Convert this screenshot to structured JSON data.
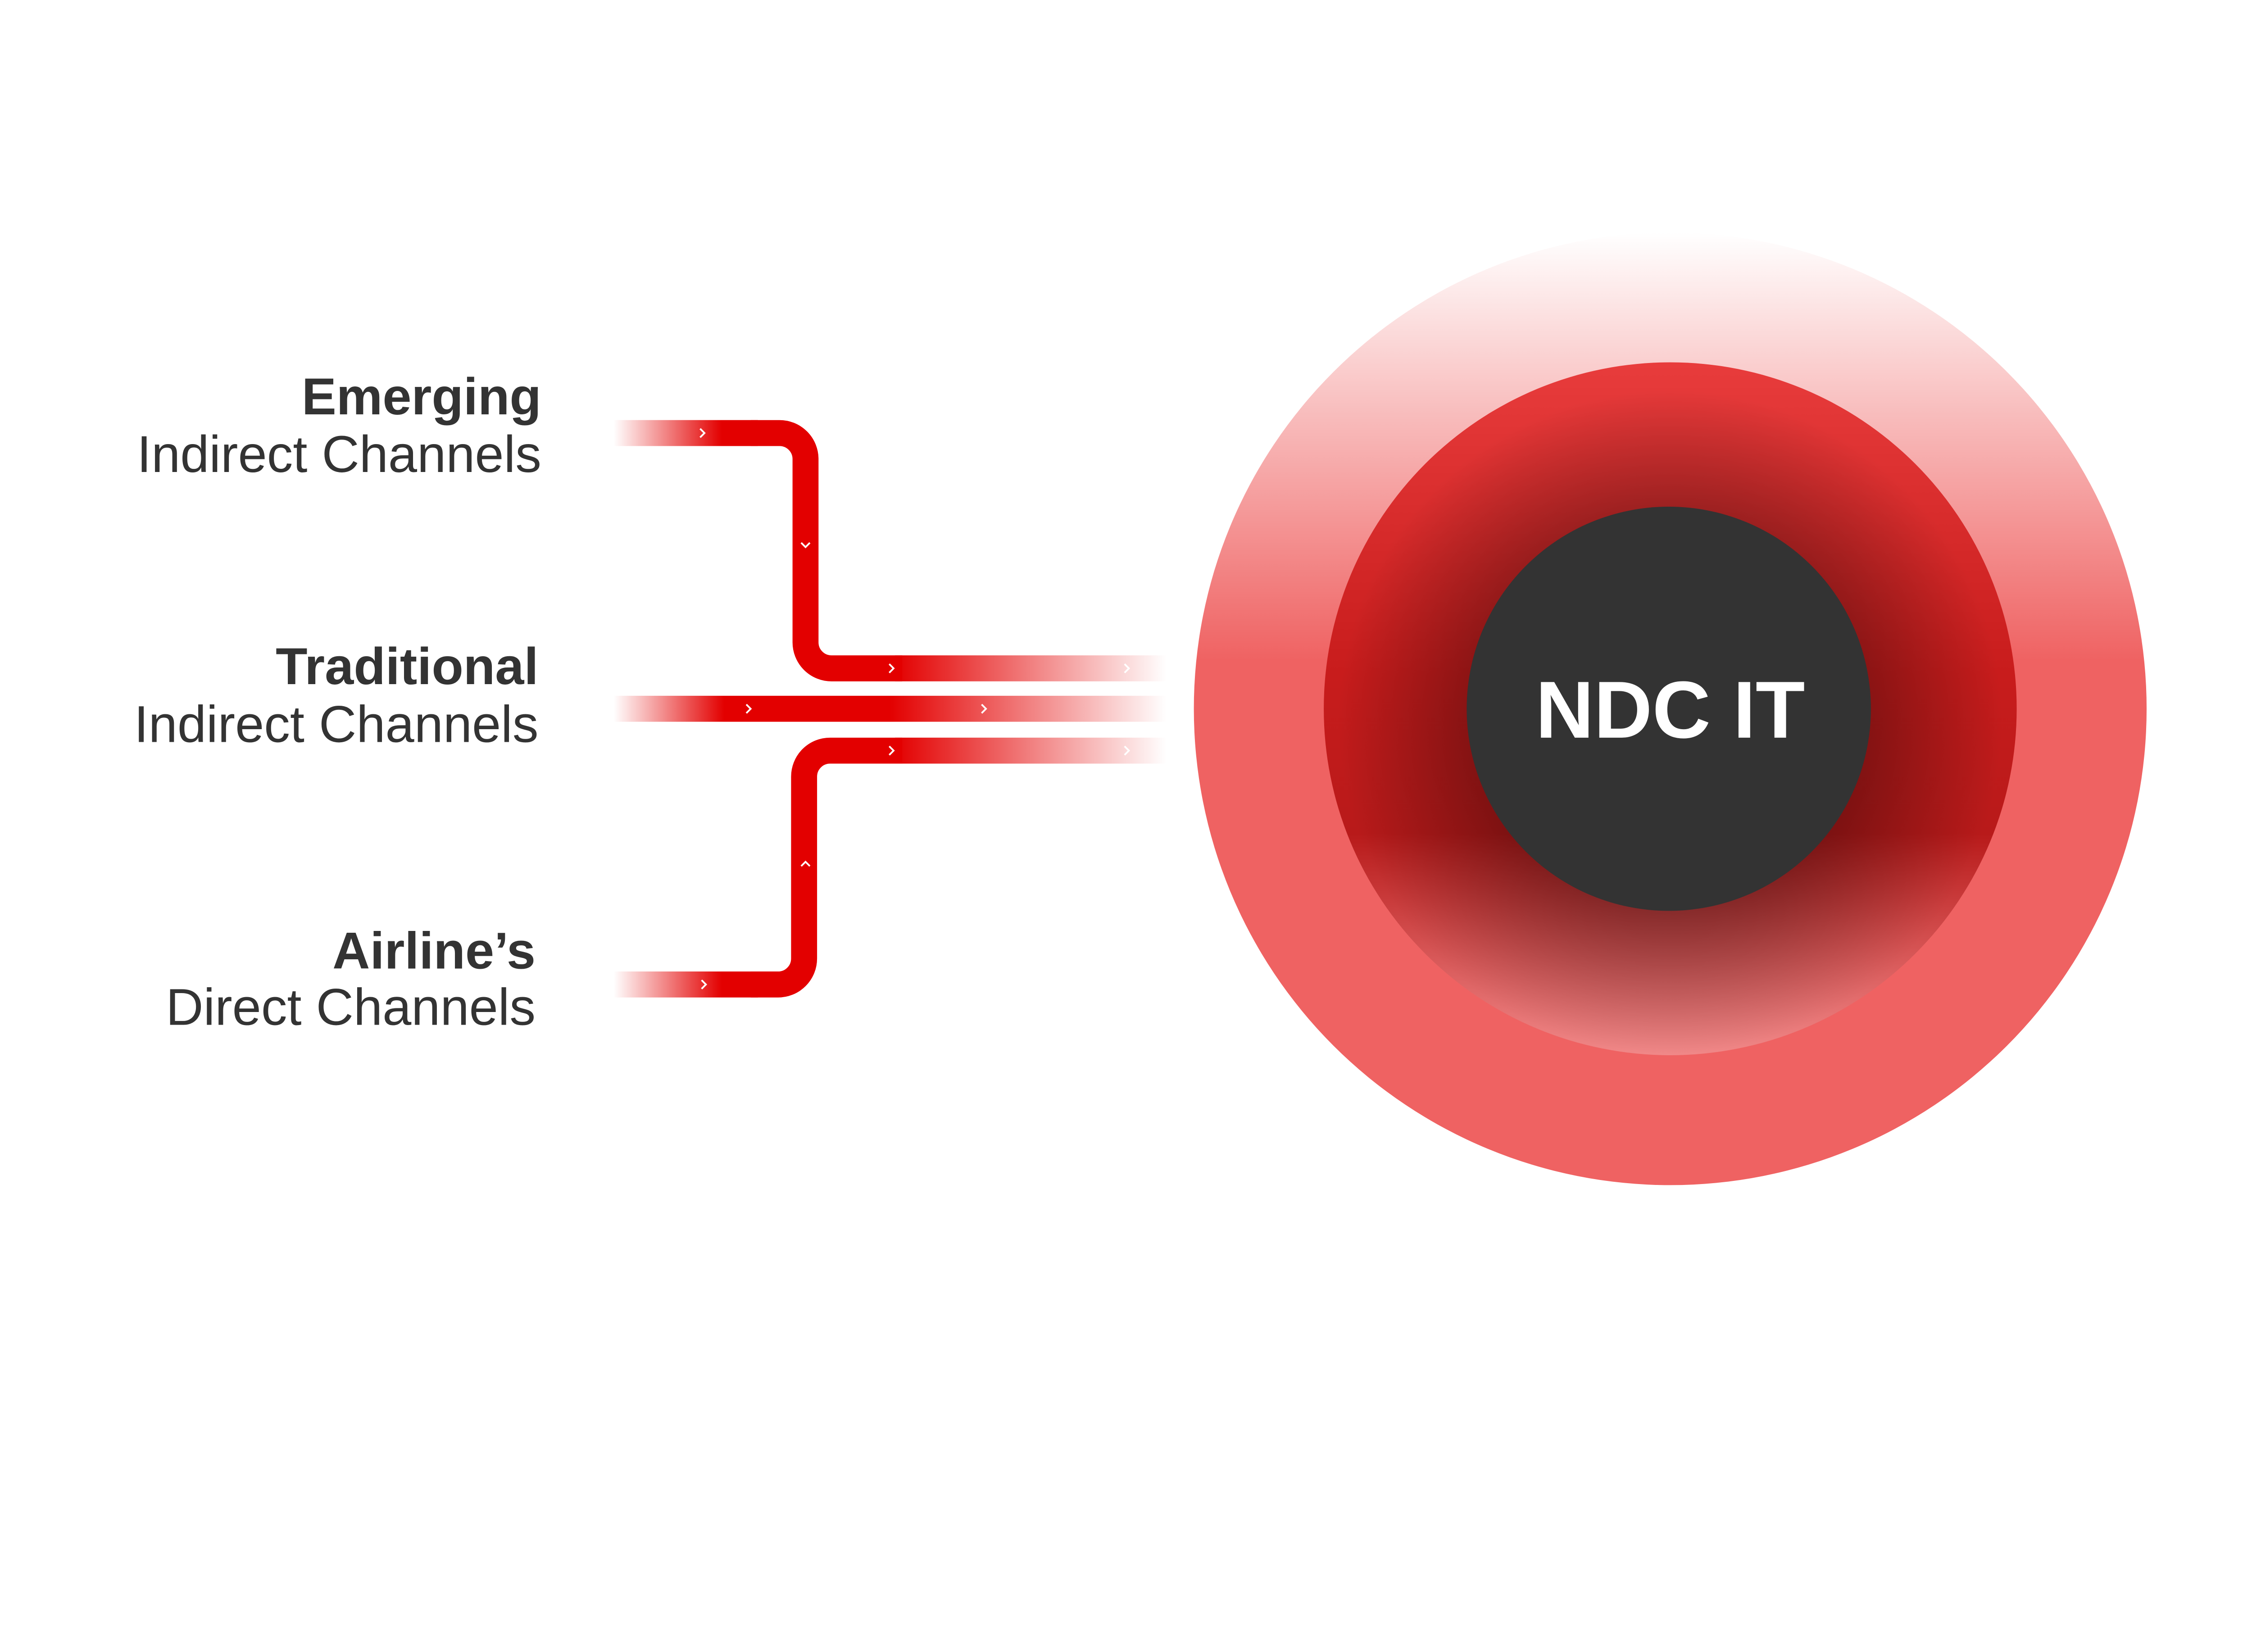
{
  "channels": [
    {
      "title": "Emerging",
      "subtitle": "Indirect Channels"
    },
    {
      "title": "Traditional",
      "subtitle": "Indirect Channels"
    },
    {
      "title": "Airline’s",
      "subtitle": "Direct Channels"
    }
  ],
  "core": {
    "label": "NDC IT"
  },
  "colors": {
    "flow": "#e30000",
    "outer_ring": "#ef6262",
    "middle_ring": "#c81c1c",
    "core": "#333333",
    "text": "#333333"
  }
}
